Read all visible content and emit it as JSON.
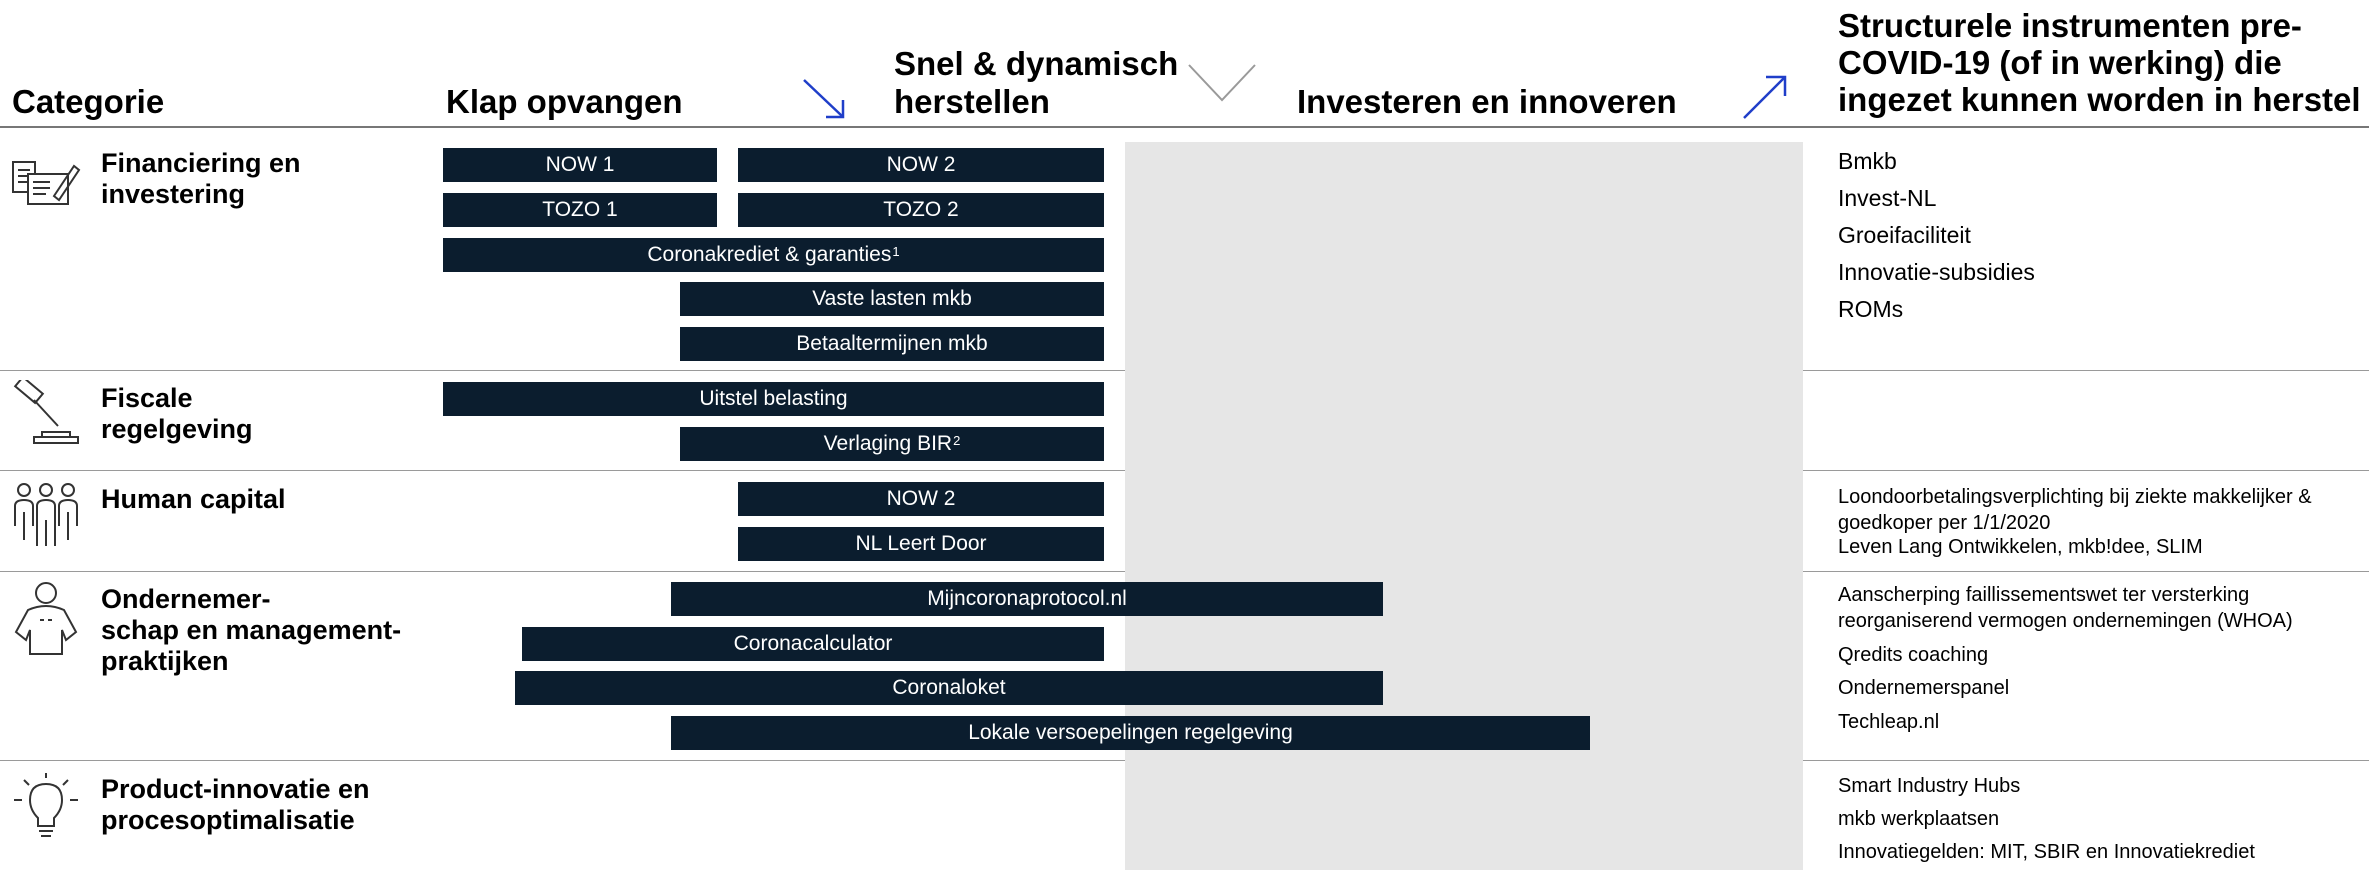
{
  "headers": {
    "category": "Categorie",
    "phase1": "Klap opvangen",
    "phase2": "Snel & dynamisch\nherstellen",
    "phase3": "Investeren en innoveren",
    "structural": "Structurele instrumenten pre-\nCOVID-19 (of in werking) die\ningezet kunnen worden in herstel"
  },
  "icons": {
    "phase1_arrow": "arrow-down-right-icon",
    "phase2_chevron": "chevron-down-icon",
    "phase3_arrow": "arrow-up-right-icon",
    "arrow_color": "#1f3ec9"
  },
  "colors": {
    "bar": "#0b1d2e",
    "bar_text": "#ffffff",
    "shaded_phase": "#e6e6e6"
  },
  "categories": [
    {
      "label": "Financiering en\ninvestering",
      "icon": "document-pen-icon",
      "measures": [
        "NOW 1",
        "NOW 2",
        "TOZO 1",
        "TOZO 2",
        "Coronakrediet & garanties",
        "Vaste lasten mkb",
        "Betaaltermijnen mkb"
      ],
      "footnotes": {
        "coronakrediet": "1"
      },
      "instruments": [
        "Bmkb",
        "Invest-NL",
        "Groeifaciliteit",
        "Innovatie-subsidies",
        "ROMs"
      ]
    },
    {
      "label": "Fiscale\nregelgeving",
      "icon": "gavel-icon",
      "measures": [
        "Uitstel belasting",
        "Verlaging BIR"
      ],
      "footnotes": {
        "bir": "2"
      },
      "instruments": []
    },
    {
      "label": "Human capital",
      "icon": "people-group-icon",
      "measures": [
        "NOW 2",
        "NL Leert Door"
      ],
      "instruments": [
        "Loondoorbetalingsverplichting bij ziekte makkelijker & goedkoper per 1/1/2020",
        "Leven Lang Ontwikkelen, mkb!dee, SLIM"
      ]
    },
    {
      "label": "Ondernemer-\nschap en management-\npraktijken",
      "icon": "person-icon",
      "measures": [
        "Mijncoronaprotocol.nl",
        "Coronacalculator",
        "Coronaloket",
        "Lokale versoepelingen regelgeving"
      ],
      "instruments": [
        "Aanscherping faillissementswet ter versterking reorganiserend vermogen ondernemingen (WHOA)",
        "Qredits coaching",
        "Ondernemerspanel",
        "Techleap.nl"
      ]
    },
    {
      "label": "Product-innovatie en\nprocesoptimalisatie",
      "icon": "lightbulb-icon",
      "measures": [],
      "instruments": [
        "Smart Industry Hubs",
        "mkb werkplaatsen",
        "Innovatiegelden: MIT, SBIR en Innovatiekrediet"
      ]
    }
  ]
}
